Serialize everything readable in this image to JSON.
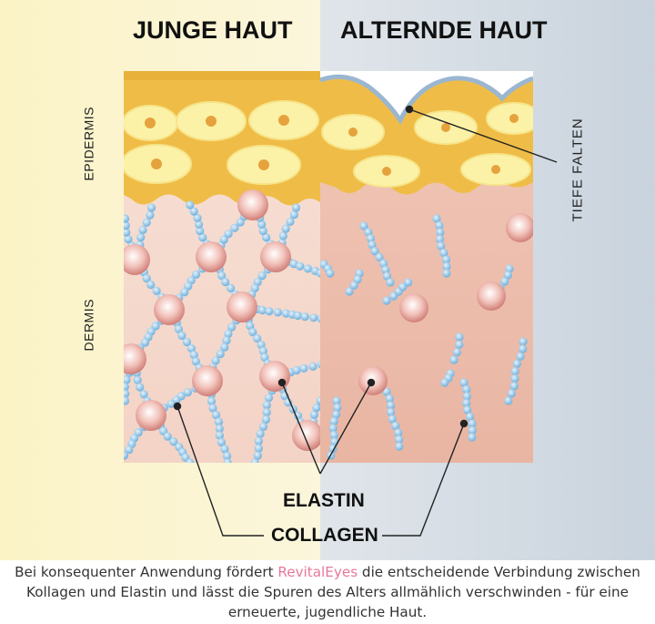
{
  "titles": {
    "young": "JUNGE HAUT",
    "aging": "ALTERNDE HAUT"
  },
  "layers": {
    "epidermis": "EPIDERMIS",
    "dermis": "DERMIS"
  },
  "labels": {
    "wrinkles": "TIEFE FALTEN",
    "elastin": "ELASTIN",
    "collagen": "COLLAGEN"
  },
  "caption": {
    "line1_pre": "Bei konsequenter Anwendung fördert ",
    "brand": "RevitalEyes",
    "line1_post": " die entscheidende Verbindung zwischen",
    "line2": "Kollagen und Elastin und lässt die Spuren des Alters allmählich verschwinden - für eine",
    "line3": "erneuerte, jugendliche Haut."
  },
  "colors": {
    "young_bg": "#fbf4cf",
    "aging_bg": "#cfd8e1",
    "epidermis": "#f0c24a",
    "cell": "#fbf2a8",
    "nucleus": "#e6a23c",
    "dermis_young": "#f6ddd2",
    "dermis_aging": "#efc1b1",
    "collagen_bead": "#8fc3e4",
    "elastin_node": "#e3a199"
  }
}
